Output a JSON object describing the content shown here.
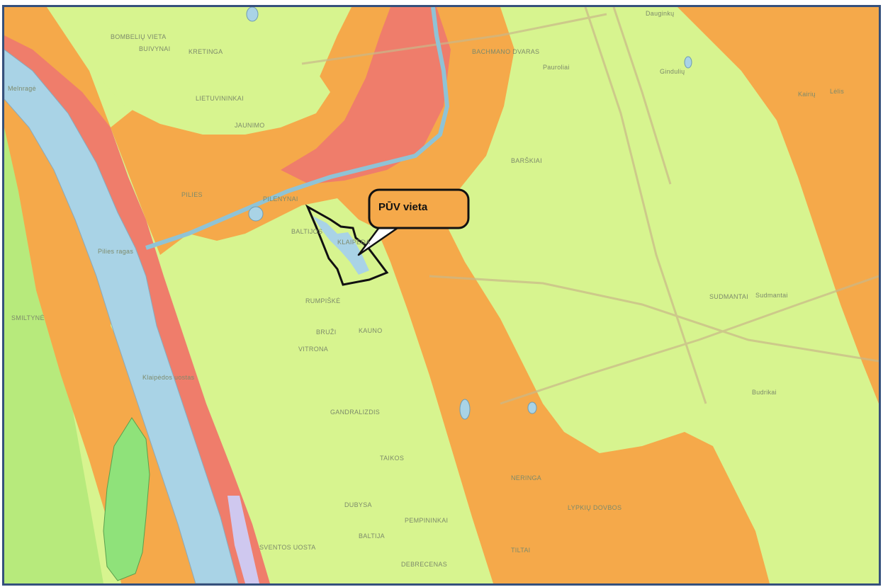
{
  "caption": {
    "text": "",
    "link": ""
  },
  "colors": {
    "zone_light": "#d7f48f",
    "zone_medium": "#f5a94a",
    "zone_high": "#ef7d6b",
    "zone_green": "#8fe27a",
    "water": "#a9d3e6",
    "river": "#8fc3d6",
    "frame_border": "#35507c"
  },
  "callout": {
    "label": "PŪV vieta"
  },
  "places": [
    {
      "name": "BOMBELIŲ VIETA"
    },
    {
      "name": "BUIVYNAI"
    },
    {
      "name": "KRETINGA"
    },
    {
      "name": "BACHMANO DVARAS"
    },
    {
      "name": "Dauginkų"
    },
    {
      "name": "LIETUVININKAI"
    },
    {
      "name": "Pauroliai"
    },
    {
      "name": "Melnragė"
    },
    {
      "name": "JAUNIMO"
    },
    {
      "name": "PILIES"
    },
    {
      "name": "PILENYNAI"
    },
    {
      "name": "BARŠKIAI"
    },
    {
      "name": "BALTIJOS"
    },
    {
      "name": "KLAIPĖDA"
    },
    {
      "name": "Pilies ragas"
    },
    {
      "name": "SMILTYNĖ"
    },
    {
      "name": "RUMPIŠKĖ"
    },
    {
      "name": "BRUŽI"
    },
    {
      "name": "VITRONA"
    },
    {
      "name": "KAUNO"
    },
    {
      "name": "SUDMANTAI"
    },
    {
      "name": "Sudmantai"
    },
    {
      "name": "Klaipėdos uostas"
    },
    {
      "name": "GANDRALIZDIS"
    },
    {
      "name": "Budrikai"
    },
    {
      "name": "TAIKOS"
    },
    {
      "name": "NERINGA"
    },
    {
      "name": "DUBYSA"
    },
    {
      "name": "LYPKIŲ DOVBOS"
    },
    {
      "name": "BALTIJA"
    },
    {
      "name": "PEMPININKAI"
    },
    {
      "name": "TILTAI"
    },
    {
      "name": "SVENTOS UOSTA"
    },
    {
      "name": "DEBRECENAS"
    },
    {
      "name": "Lėlis"
    },
    {
      "name": "Gindulių"
    },
    {
      "name": "Kairių"
    }
  ]
}
